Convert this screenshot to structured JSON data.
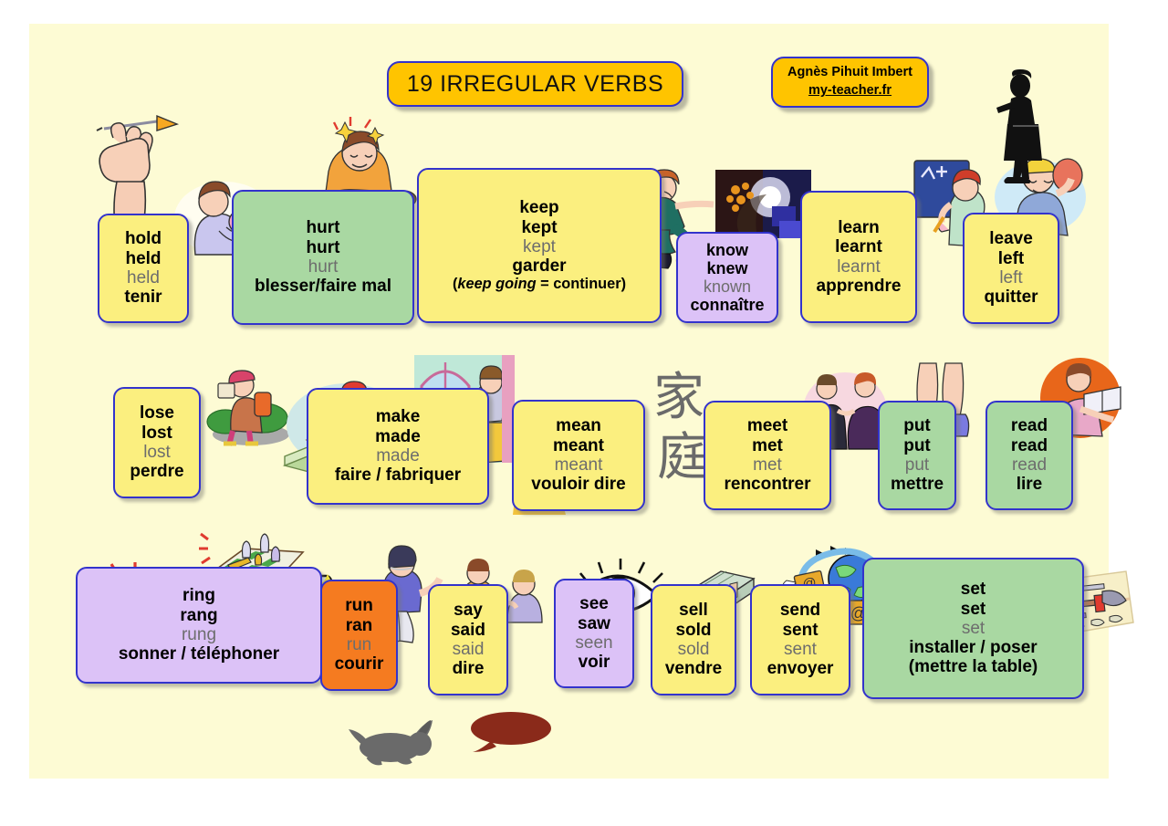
{
  "poster": {
    "title": "19 IRREGULAR VERBS",
    "credit_author": "Agnès Pihuit Imbert",
    "credit_url": "my-teacher.fr",
    "background_color": "#fdfbd4",
    "banner_color": "#ffc400",
    "border_color": "#3333cc"
  },
  "legend": {
    "card_colors": {
      "yellow": "#fbef7f",
      "purple": "#dcc2f7",
      "green": "#a9d8a2",
      "orange": "#f57b20"
    },
    "line_roles": [
      "infinitive",
      "preterite",
      "past-participle",
      "french",
      "note"
    ]
  },
  "verbs": [
    {
      "id": "hold",
      "color": "yellow",
      "infinitive": "hold",
      "preterite": "held",
      "participle": "held",
      "french": "tenir",
      "note": "",
      "illustration": "hand-holding-dart-and-woman-holding-baby"
    },
    {
      "id": "hurt",
      "color": "green",
      "infinitive": "hurt",
      "preterite": "hurt",
      "participle": "hurt",
      "french": "blesser/faire mal",
      "note": "",
      "illustration": "person-hurt-by-falling-camera"
    },
    {
      "id": "keep",
      "color": "yellow",
      "infinitive": "keep",
      "preterite": "kept",
      "participle": "kept",
      "french": "garder",
      "note": "(keep going = continuer)",
      "note_italic": "keep going",
      "note_rest": " = continuer)",
      "illustration": "padlock-and-spy-with-top-secret-case"
    },
    {
      "id": "know",
      "color": "purple",
      "infinitive": "know",
      "preterite": "knew",
      "participle": "known",
      "french": "connaître",
      "note": "",
      "illustration": "brain-head-knowledge-image"
    },
    {
      "id": "learn",
      "color": "yellow",
      "infinitive": "learn",
      "preterite": "learnt",
      "participle": "learnt",
      "french": "apprendre",
      "note": "",
      "illustration": "pupil-writing-on-blackboard"
    },
    {
      "id": "leave",
      "color": "yellow",
      "infinitive": "leave",
      "preterite": "left",
      "participle": "left",
      "french": "quitter",
      "note": "",
      "illustration": "man-walking-away-with-suitcase"
    },
    {
      "id": "lose",
      "color": "yellow",
      "infinitive": "lose",
      "preterite": "lost",
      "participle": "lost",
      "french": "perdre",
      "note": "",
      "illustration": "lost-hiker-with-map-and-chessboard-checkmate"
    },
    {
      "id": "make",
      "color": "yellow",
      "infinitive": "make",
      "preterite": "made",
      "participle": "made",
      "french": "faire / fabriquer",
      "note": "",
      "illustration": "carpenter-sawing-and-woman-setting-table"
    },
    {
      "id": "mean",
      "color": "yellow",
      "infinitive": "mean",
      "preterite": "meant",
      "participle": "meant",
      "french": "vouloir dire",
      "note": "",
      "illustration": "egyptian-figure-and-chinese-characters"
    },
    {
      "id": "meet",
      "color": "yellow",
      "infinitive": "meet",
      "preterite": "met",
      "participle": "met",
      "french": "rencontrer",
      "note": "",
      "illustration": "two-people-greeting-each-other"
    },
    {
      "id": "put",
      "color": "green",
      "infinitive": "put",
      "preterite": "put",
      "participle": "put",
      "french": "mettre",
      "note": "",
      "illustration": "legs-putting-on-socks-and-shoes"
    },
    {
      "id": "read",
      "color": "green",
      "infinitive": "read",
      "preterite": "read",
      "participle": "read",
      "french": "lire",
      "note": "",
      "illustration": "person-reading-a-book"
    },
    {
      "id": "ring",
      "color": "purple",
      "infinitive": "ring",
      "preterite": "rang",
      "participle": "rung",
      "french": "sonner / téléphoner",
      "note": "",
      "illustration": "yellow-telephone-and-alarm-clock"
    },
    {
      "id": "run",
      "color": "orange",
      "infinitive": "run",
      "preterite": "ran",
      "participle": "run",
      "french": "courir",
      "note": "",
      "illustration": "american-football-runner-and-rabbit"
    },
    {
      "id": "say",
      "color": "yellow",
      "infinitive": "say",
      "preterite": "said",
      "participle": "said",
      "french": "dire",
      "note": "",
      "illustration": "two-people-talking-and-speech-bubble"
    },
    {
      "id": "see",
      "color": "purple",
      "infinitive": "see",
      "preterite": "saw",
      "participle": "seen",
      "french": "voir",
      "note": "",
      "illustration": "green-eye"
    },
    {
      "id": "sell",
      "color": "yellow",
      "infinitive": "sell",
      "preterite": "sold",
      "participle": "sold",
      "french": "vendre",
      "note": "",
      "illustration": "stack-of-banknotes"
    },
    {
      "id": "send",
      "color": "yellow",
      "infinitive": "send",
      "preterite": "sent",
      "participle": "sent",
      "french": "envoyer",
      "note": "",
      "illustration": "globe-with-email-envelopes"
    },
    {
      "id": "set",
      "color": "green",
      "infinitive": "set",
      "preterite": "set",
      "participle": "set",
      "french": "installer / poser",
      "note": "(mettre la table)",
      "illustration": "table-with-pink-cloth-and-tools"
    }
  ]
}
